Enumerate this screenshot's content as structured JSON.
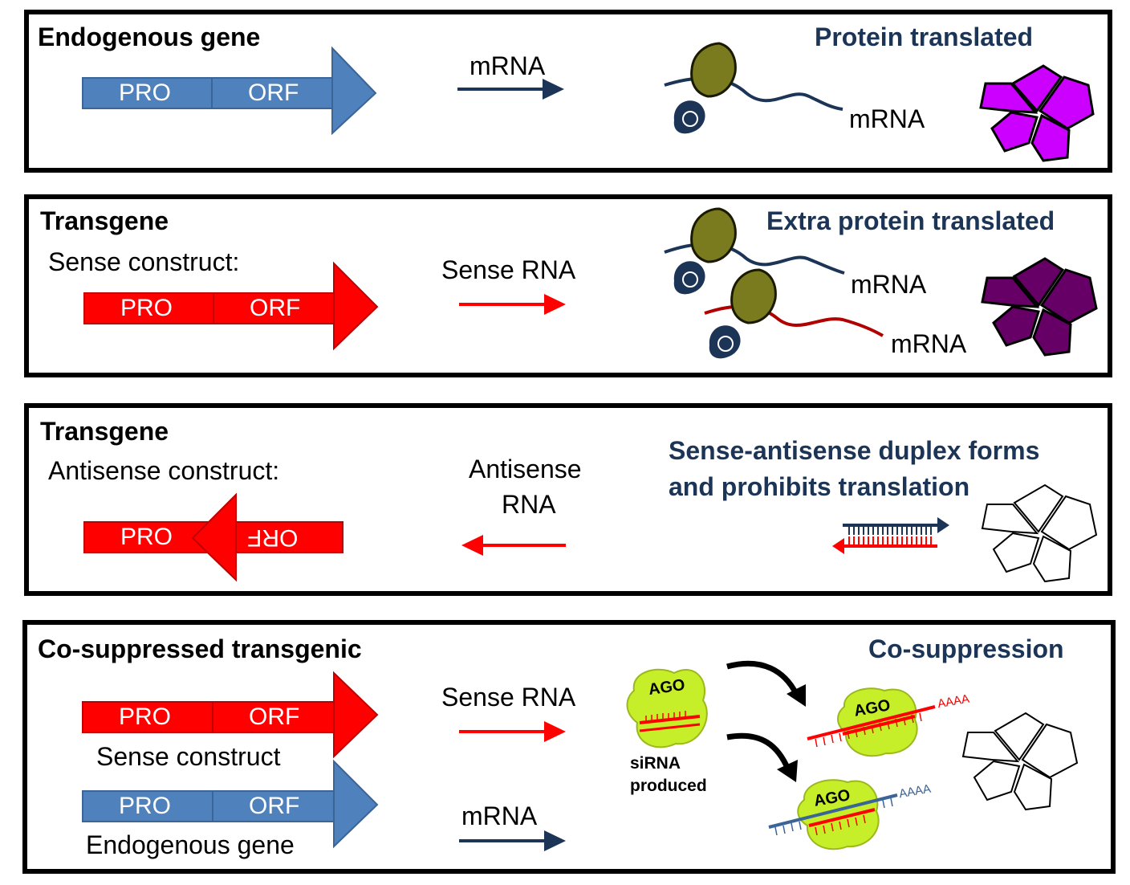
{
  "colors": {
    "blue_gene": "#4f81bd",
    "red_gene": "#ff0000",
    "navy": "#1c3557",
    "ribosome": "#7a7a1e",
    "protein_magenta": "#cc00ff",
    "protein_purple": "#660066",
    "ago_green": "#c6ef2a"
  },
  "panel1": {
    "title": "Endogenous gene",
    "pro": "PRO",
    "orf": "ORF",
    "arrow_label": "mRNA",
    "mrna_label": "mRNA",
    "result": "Protein translated"
  },
  "panel2": {
    "title": "Transgene",
    "subtitle": "Sense construct:",
    "pro": "PRO",
    "orf": "ORF",
    "arrow_label": "Sense RNA",
    "mrna_label_1": "mRNA",
    "mrna_label_2": "mRNA",
    "result": "Extra protein translated"
  },
  "panel3": {
    "title": "Transgene",
    "subtitle": "Antisense construct:",
    "pro": "PRO",
    "orf": "ORF",
    "arrow_label_1": "Antisense",
    "arrow_label_2": "RNA",
    "result_1": "Sense-antisense duplex forms",
    "result_2": "and prohibits translation"
  },
  "panel4": {
    "title": "Co-suppressed transgenic",
    "pro_1": "PRO",
    "orf_1": "ORF",
    "caption_1": "Sense construct",
    "pro_2": "PRO",
    "orf_2": "ORF",
    "caption_2": "Endogenous gene",
    "arrow_label_1": "Sense RNA",
    "arrow_label_2": "mRNA",
    "ago": "AGO",
    "ago_2": "AGO",
    "ago_3": "AGO",
    "sirna_1": "siRNA",
    "sirna_2": "produced",
    "polya_1": "AAAA",
    "polya_2": "AAAA",
    "result": "Co-suppression"
  }
}
